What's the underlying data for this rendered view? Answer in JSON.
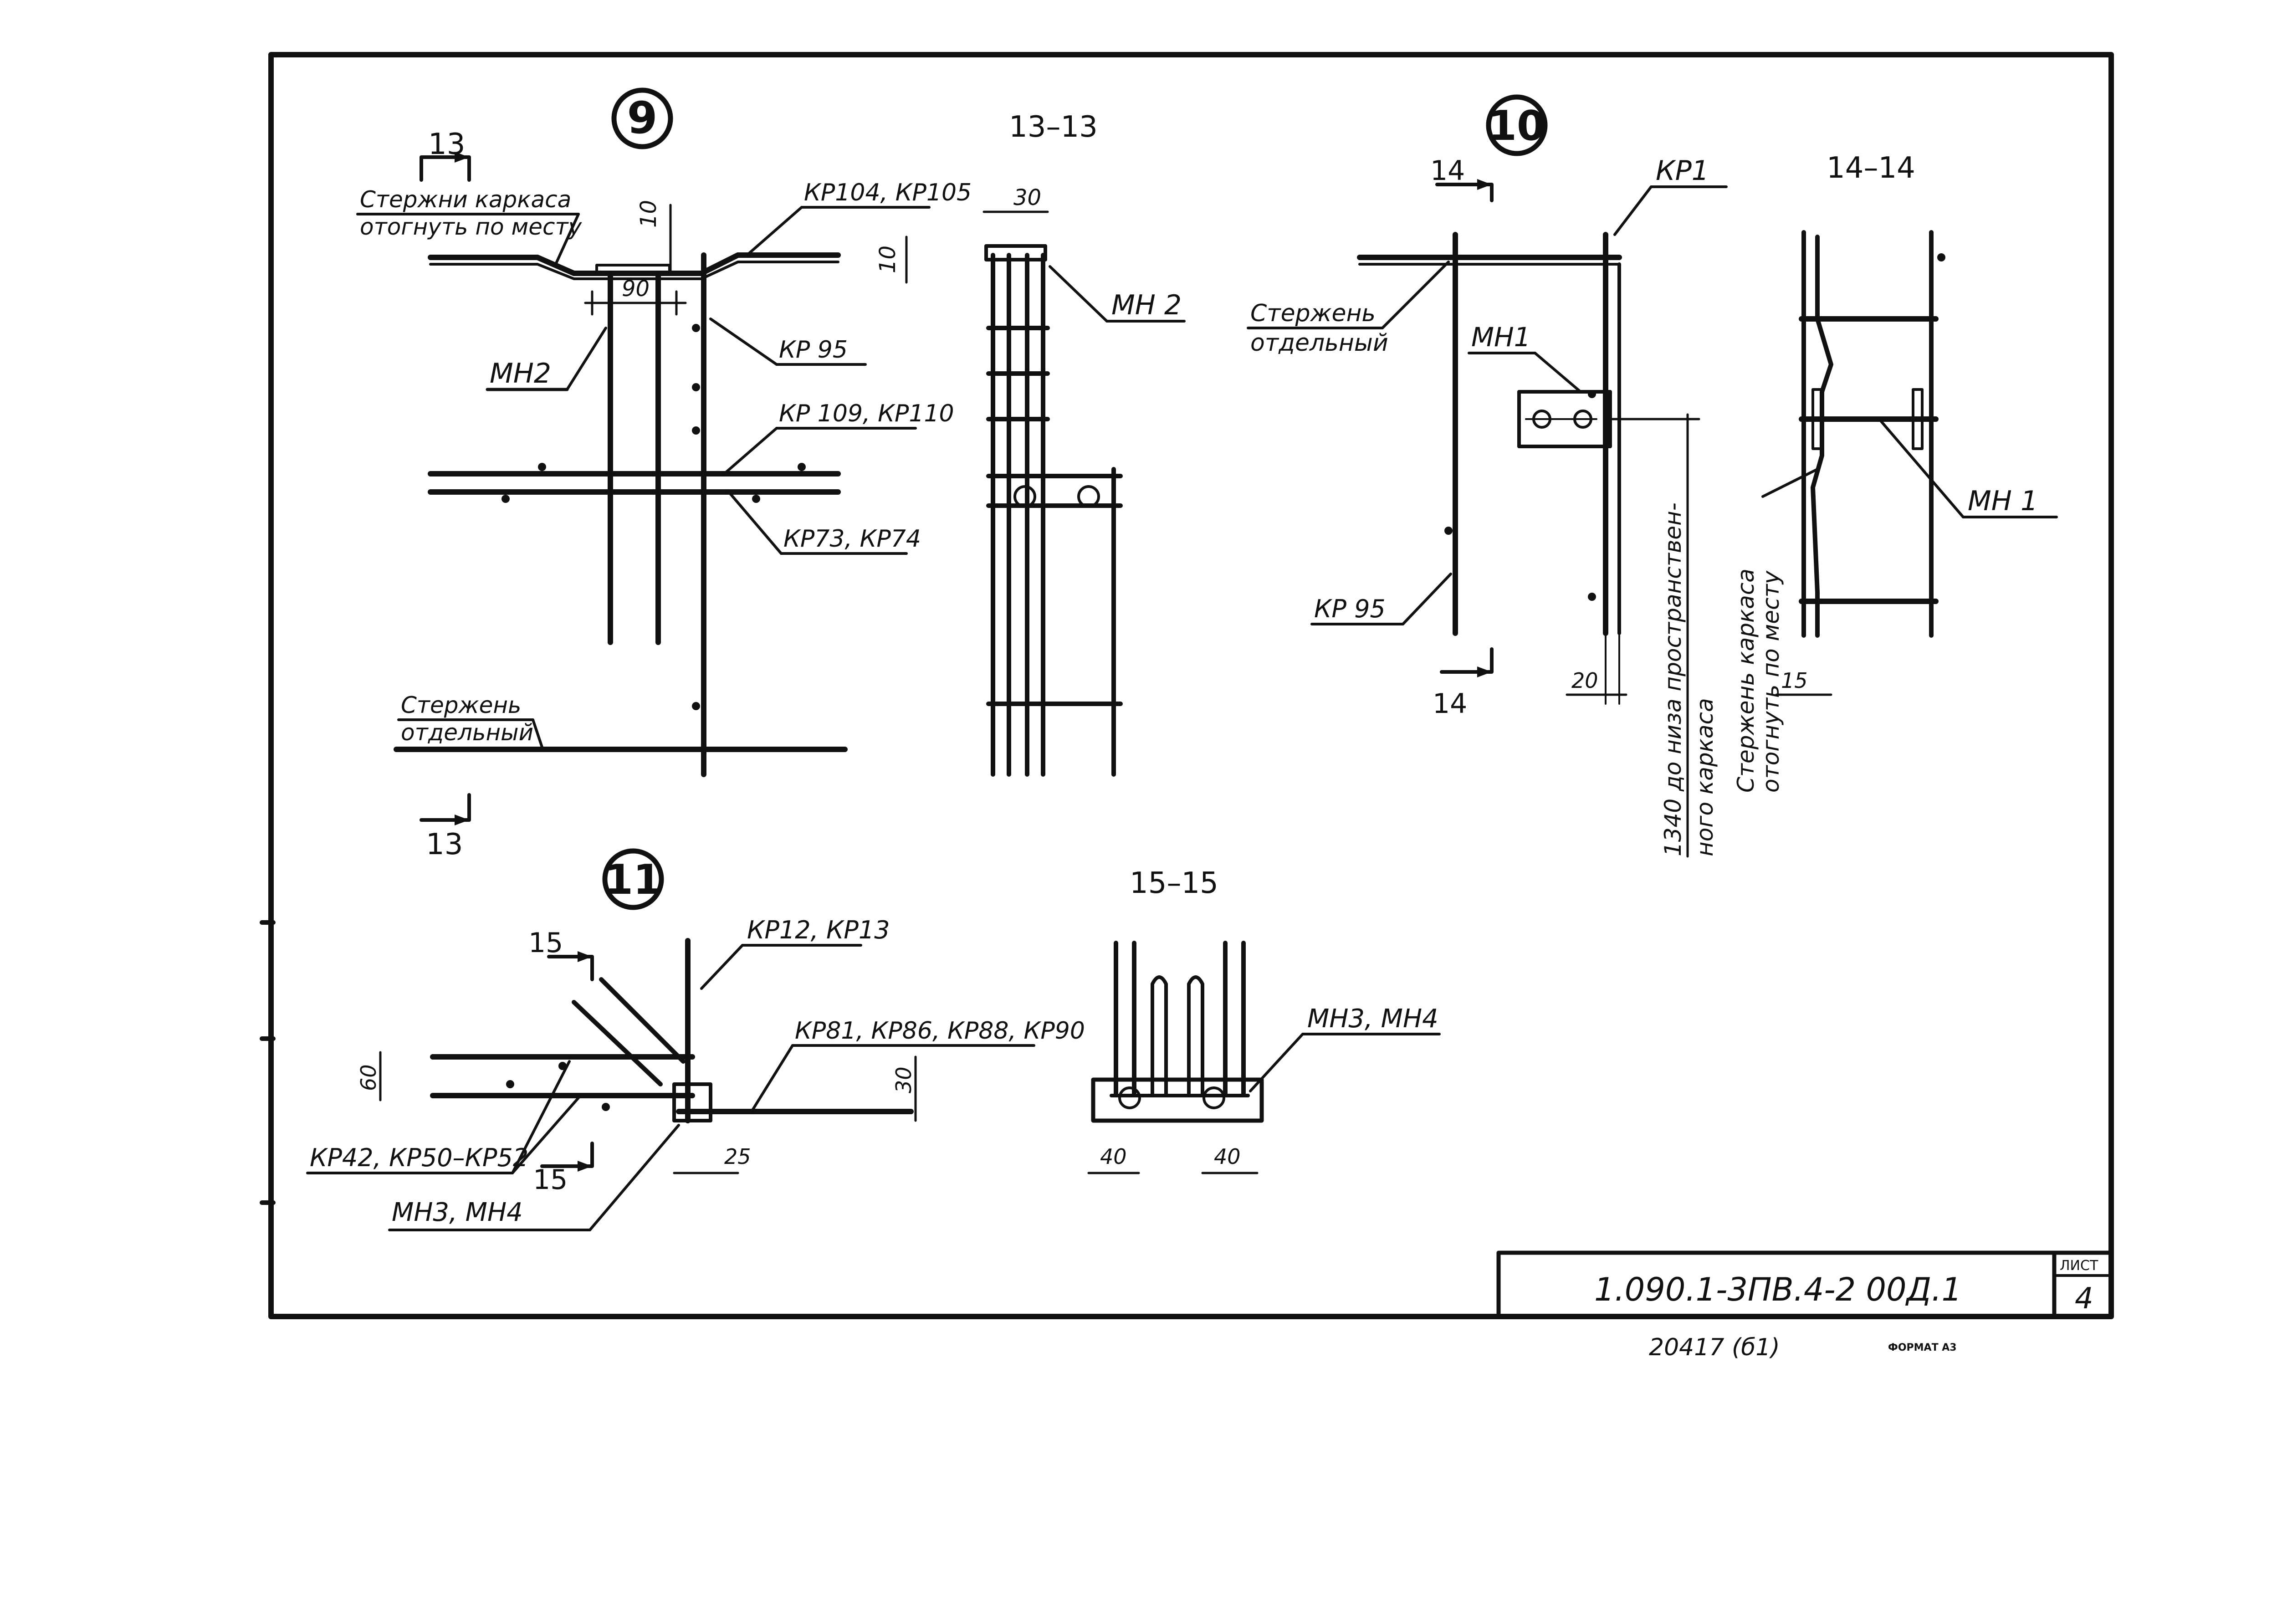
{
  "detail9": {
    "marker": "9",
    "section_13_top": "13",
    "section_13_bottom": "13",
    "note_bend_l1": "Стержни каркаса",
    "note_bend_l2": "отогнуть по месту",
    "label_kp104": "КР104, КР105",
    "label_mn2": "МН2",
    "label_kp95": "КР 95",
    "label_kp109": "КР 109, КР110",
    "label_kp73": "КР73, КР74",
    "note_rod_l1": "Стержень",
    "note_rod_l2": "отдельный",
    "dim_10a": "10",
    "dim_10b": "10",
    "dim_90": "90"
  },
  "section1313": {
    "title": "13–13",
    "dim_30": "30",
    "label_mn2": "МН 2"
  },
  "detail10": {
    "marker": "10",
    "section_14_top": "14",
    "section_14_bottom": "14",
    "label_kp1": "КР1",
    "note_rod_l1": "Стержень",
    "note_rod_l2": "отдельный",
    "label_mn1": "МН1",
    "label_kp95": "КР 95",
    "dim_20": "20",
    "note_vert_l1": "1340 до низа пространствен-",
    "note_vert_l2": "ного каркаса"
  },
  "section1414": {
    "title": "14–14",
    "label_mn1": "МН 1",
    "note_vert_l1": "Стержень каркаса",
    "note_vert_l2": "отогнуть по месту",
    "dim_15": "15"
  },
  "detail11": {
    "marker": "11",
    "section_15_top": "15",
    "section_15_bottom": "15",
    "label_kp12": "КР12, КР13",
    "label_kp81": "КР81, КР86, КР88, КР90",
    "dim_60": "60",
    "dim_30": "30",
    "dim_25": "25",
    "label_kp42": "КР42, КР50–КР52",
    "label_mn3": "МН3, МН4"
  },
  "section1515": {
    "title": "15–15",
    "label_mn3": "МН3, МН4",
    "dim_40a": "40",
    "dim_40b": "40"
  },
  "titleblock": {
    "code": "1.090.1-3ПВ.4-2   00Д.1",
    "sheet_label": "ЛИСТ",
    "sheet_number": "4",
    "inventory": "20417 (б1)",
    "format": "ФОРМАТ А3"
  }
}
